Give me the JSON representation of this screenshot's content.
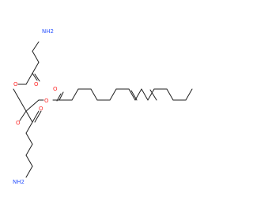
{
  "molecule": {
    "atoms": {
      "n_top": "NH2",
      "o_top_carbonyl": "O",
      "o_top_ester": "O",
      "o_mid_ester": "O",
      "o_mid_carbonyl": "O",
      "o_right_ester": "O",
      "o_right_carbonyl": "O",
      "n_bottom": "NH2"
    },
    "colors": {
      "bond": "#1f1f1f",
      "oxygen": "#ff2a2a",
      "nitrogen": "#2a52ff",
      "background": "#ffffff"
    }
  }
}
